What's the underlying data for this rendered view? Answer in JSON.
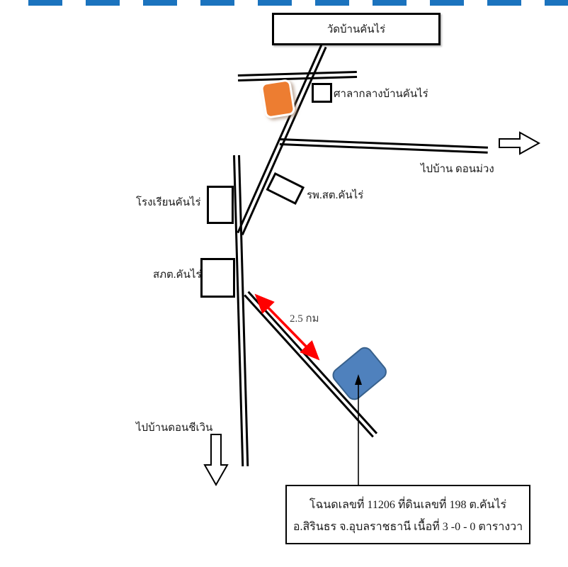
{
  "map": {
    "temple_label": "วัดบ้านคันไร่",
    "village_hall_label": "ศาลากลางบ้านคันไร่",
    "school_label": "โรงเรียนคันไร่",
    "health_station_label": "รพ.สต.คันไร่",
    "police_station_label": "สภต.คันไร่",
    "distance_label": "2.5 กม",
    "direction_east_label": "ไปบ้าน ดอนม่วง",
    "direction_south_label": "ไปบ้านดอนชีเวิน",
    "deed_info": {
      "line1": "โฉนดเลขที่ 11206 ที่ดินเลขที่ 198  ต.คันไร่",
      "line2": "อ.สิรินธร  จ.อุบลราชธานี เนื้อที่ 3 -0 - 0 ตารางวา"
    },
    "colors": {
      "dashed_border_blue": "#1b73be",
      "building_marker_orange": "#ED7D31",
      "land_plot_fill_blue": "#4F81BD",
      "land_plot_border_blue": "#38618C",
      "distance_arrow_red": "#FF0000",
      "road_black": "#000000"
    }
  }
}
